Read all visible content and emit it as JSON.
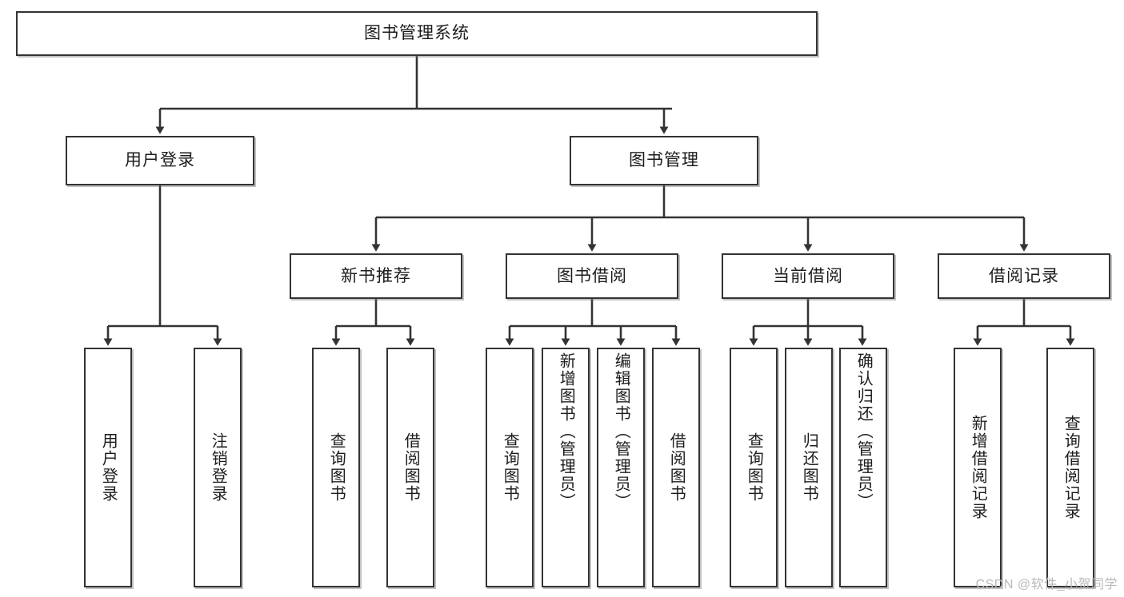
{
  "diagram": {
    "title": "图书管理系统",
    "type": "tree-hierarchy-diagram",
    "watermark": "CSDN @软件_小贺同学",
    "colors": {
      "box_border": "#333333",
      "box_fill": "#ffffff",
      "connector": "#333333",
      "text": "#1d1d1d",
      "watermark": "#b9b9b9"
    }
  },
  "root": {
    "label": "图书管理系统"
  },
  "level2": [
    {
      "label": "用户登录"
    },
    {
      "label": "图书管理"
    }
  ],
  "level3": [
    {
      "label": "新书推荐"
    },
    {
      "label": "图书借阅"
    },
    {
      "label": "当前借阅"
    },
    {
      "label": "借阅记录"
    }
  ],
  "leaves": {
    "user_login": [
      {
        "label": "用户登录"
      },
      {
        "label": "注销登录"
      }
    ],
    "new_book_recommend": [
      {
        "label": "查询图书"
      },
      {
        "label": "借阅图书"
      }
    ],
    "book_borrow": [
      {
        "label": "查询图书"
      },
      {
        "label": "新增图书（管理员）"
      },
      {
        "label": "编辑图书（管理员）"
      },
      {
        "label": "借阅图书"
      }
    ],
    "current_borrow": [
      {
        "label": "查询图书"
      },
      {
        "label": "归还图书"
      },
      {
        "label": "确认归还（管理员）"
      }
    ],
    "borrow_record": [
      {
        "label": "新增借阅记录"
      },
      {
        "label": "查询借阅记录"
      }
    ]
  }
}
